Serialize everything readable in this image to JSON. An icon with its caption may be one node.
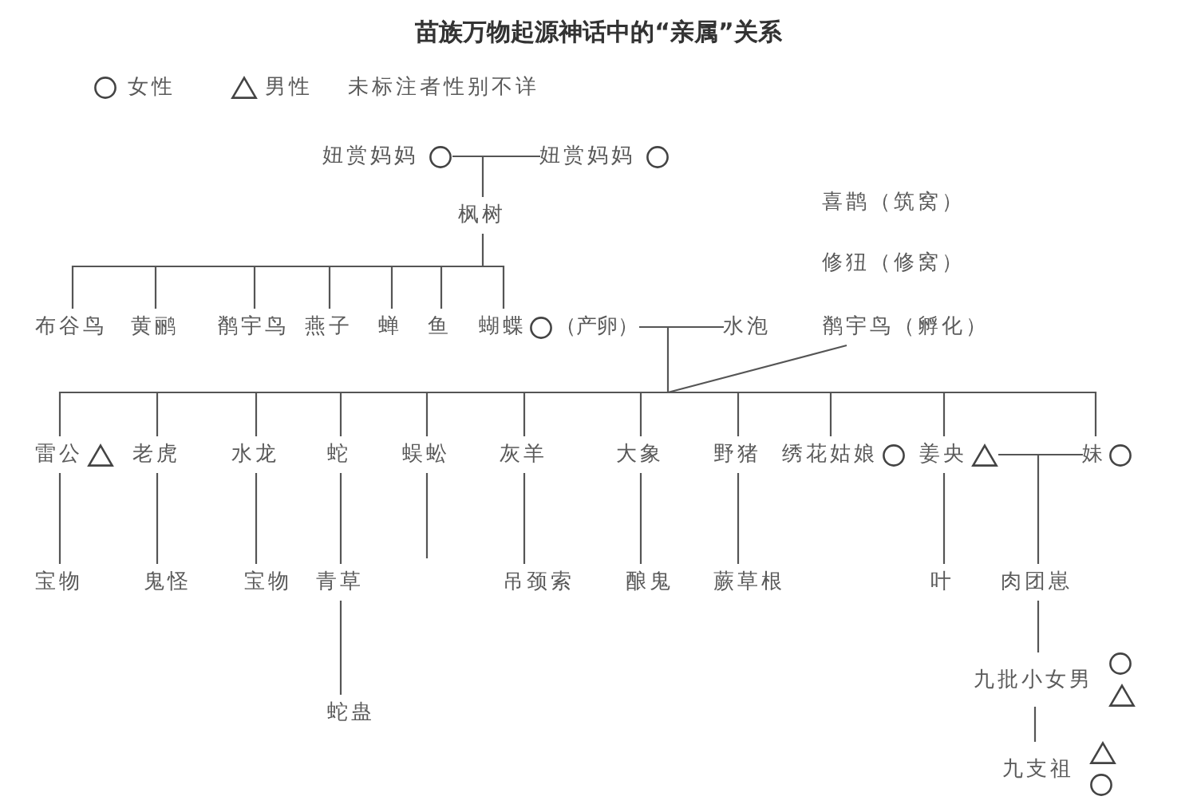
{
  "diagram": {
    "title": "苗族万物起源神话中的“亲属”关系",
    "nodes": [
      {
        "text": [
          "妞赏妈妈"
        ]
      },
      {
        "text": [
          "妞赏妈妈"
        ]
      },
      {
        "text": [
          "枫树"
        ]
      },
      {
        "text": [
          "布谷鸟"
        ]
      },
      {
        "text": [
          "黄鹂"
        ]
      },
      {
        "text": [
          "鹡宇鸟"
        ]
      },
      {
        "text": [
          "燕子"
        ]
      },
      {
        "text": [
          "蝉"
        ]
      },
      {
        "text": [
          "鱼"
        ]
      },
      {
        "text": [
          "蝴蝶"
        ],
        "beside": [
          "（产卵）"
        ]
      },
      {
        "text": [
          "水泡"
        ]
      },
      {
        "text": [
          "鹡宇鸟（孵化）"
        ]
      },
      {
        "text": [
          "雷公"
        ]
      },
      {
        "text": [
          "老虎"
        ]
      },
      {
        "text": [
          "水龙"
        ]
      },
      {
        "text": [
          "蛇"
        ]
      },
      {
        "text": [
          "蜈蚣"
        ]
      },
      {
        "text": [
          "灰羊"
        ]
      },
      {
        "text": [
          "大象"
        ]
      },
      {
        "text": [
          "野猪"
        ]
      },
      {
        "text": [
          "绣花姑娘"
        ]
      },
      {
        "text": [
          "姜央"
        ]
      },
      {
        "text": [
          "妹"
        ]
      },
      {
        "text": [
          "宝物"
        ]
      },
      {
        "text": [
          "鬼怪"
        ]
      },
      {
        "text": [
          "宝物"
        ]
      },
      {
        "text": [
          "青草"
        ]
      },
      {
        "text": [
          "吊颈索"
        ]
      },
      {
        "text": [
          "酿鬼"
        ]
      },
      {
        "text": [
          "蕨草根"
        ]
      },
      {
        "text": [
          "叶"
        ]
      },
      {
        "text": [
          "肉团崽"
        ]
      },
      {
        "text": [
          "蛇蛊"
        ]
      },
      {
        "text": [
          "九批小女男"
        ]
      },
      {
        "text": [
          "九支祖"
        ]
      }
    ],
    "edges": [
      {
        "from": 0,
        "to": 2,
        "arrow": "none"
      },
      {
        "from": 1,
        "to": 2,
        "arrow": "none"
      },
      {
        "from": 2,
        "to": 3,
        "arrow": "none"
      },
      {
        "from": 2,
        "to": 4,
        "arrow": "none"
      },
      {
        "from": 2,
        "to": 5,
        "arrow": "none"
      },
      {
        "from": 2,
        "to": 6,
        "arrow": "none"
      },
      {
        "from": 2,
        "to": 7,
        "arrow": "none"
      },
      {
        "from": 2,
        "to": 8,
        "arrow": "none"
      },
      {
        "from": 2,
        "to": 9,
        "arrow": "none"
      },
      {
        "from": 9,
        "to": 12,
        "arrow": "none"
      },
      {
        "from": 9,
        "to": 13,
        "arrow": "none"
      },
      {
        "from": 9,
        "to": 14,
        "arrow": "none"
      },
      {
        "from": 9,
        "to": 15,
        "arrow": "none"
      },
      {
        "from": 9,
        "to": 16,
        "arrow": "none"
      },
      {
        "from": 9,
        "to": 17,
        "arrow": "none"
      },
      {
        "from": 9,
        "to": 18,
        "arrow": "none"
      },
      {
        "from": 9,
        "to": 19,
        "arrow": "none"
      },
      {
        "from": 9,
        "to": 20,
        "arrow": "none"
      },
      {
        "from": 9,
        "to": 21,
        "arrow": "none"
      },
      {
        "from": 9,
        "to": 22,
        "arrow": "none"
      },
      {
        "from": 10,
        "to": 12,
        "arrow": "none"
      },
      {
        "from": 10,
        "to": 13,
        "arrow": "none"
      },
      {
        "from": 10,
        "to": 14,
        "arrow": "none"
      },
      {
        "from": 10,
        "to": 15,
        "arrow": "none"
      },
      {
        "from": 10,
        "to": 16,
        "arrow": "none"
      },
      {
        "from": 10,
        "to": 17,
        "arrow": "none"
      },
      {
        "from": 10,
        "to": 18,
        "arrow": "none"
      },
      {
        "from": 10,
        "to": 19,
        "arrow": "none"
      },
      {
        "from": 10,
        "to": 20,
        "arrow": "none"
      },
      {
        "from": 10,
        "to": 21,
        "arrow": "none"
      },
      {
        "from": 10,
        "to": 22,
        "arrow": "none"
      },
      {
        "from": 11,
        "to": 12,
        "arrow": "none"
      },
      {
        "from": 11,
        "to": 13,
        "arrow": "none"
      },
      {
        "from": 11,
        "to": 14,
        "arrow": "none"
      },
      {
        "from": 11,
        "to": 15,
        "arrow": "none"
      },
      {
        "from": 11,
        "to": 16,
        "arrow": "none"
      },
      {
        "from": 11,
        "to": 17,
        "arrow": "none"
      },
      {
        "from": 11,
        "to": 18,
        "arrow": "none"
      },
      {
        "from": 11,
        "to": 19,
        "arrow": "none"
      },
      {
        "from": 11,
        "to": 20,
        "arrow": "none"
      },
      {
        "from": 11,
        "to": 21,
        "arrow": "none"
      },
      {
        "from": 11,
        "to": 22,
        "arrow": "none"
      },
      {
        "from": 12,
        "to": 23,
        "arrow": "none"
      },
      {
        "from": 13,
        "to": 24,
        "arrow": "none"
      },
      {
        "from": 14,
        "to": 25,
        "arrow": "none"
      },
      {
        "from": 15,
        "to": 26,
        "arrow": "none"
      },
      {
        "from": 16,
        "to": null,
        "arrow": "none"
      },
      {
        "from": 17,
        "to": 27,
        "arrow": "none"
      },
      {
        "from": 18,
        "to": 28,
        "arrow": "none"
      },
      {
        "from": 19,
        "to": 29,
        "arrow": "none"
      },
      {
        "from": 21,
        "to": 30,
        "arrow": "none"
      },
      {
        "from": 21,
        "to": 31,
        "arrow": "none"
      },
      {
        "from": 22,
        "to": 31,
        "arrow": "none"
      },
      {
        "from": 26,
        "to": 32,
        "arrow": "none"
      },
      {
        "from": 31,
        "to": 33,
        "arrow": "none"
      },
      {
        "from": 33,
        "to": 34,
        "arrow": "none"
      }
    ],
    "labels": [
      "未标注者性别不详",
      "喜鹊（筑窝）",
      "修狃（修窝）"
    ],
    "legend": [
      {
        "text": "女性"
      },
      {
        "text": "男性"
      }
    ]
  }
}
